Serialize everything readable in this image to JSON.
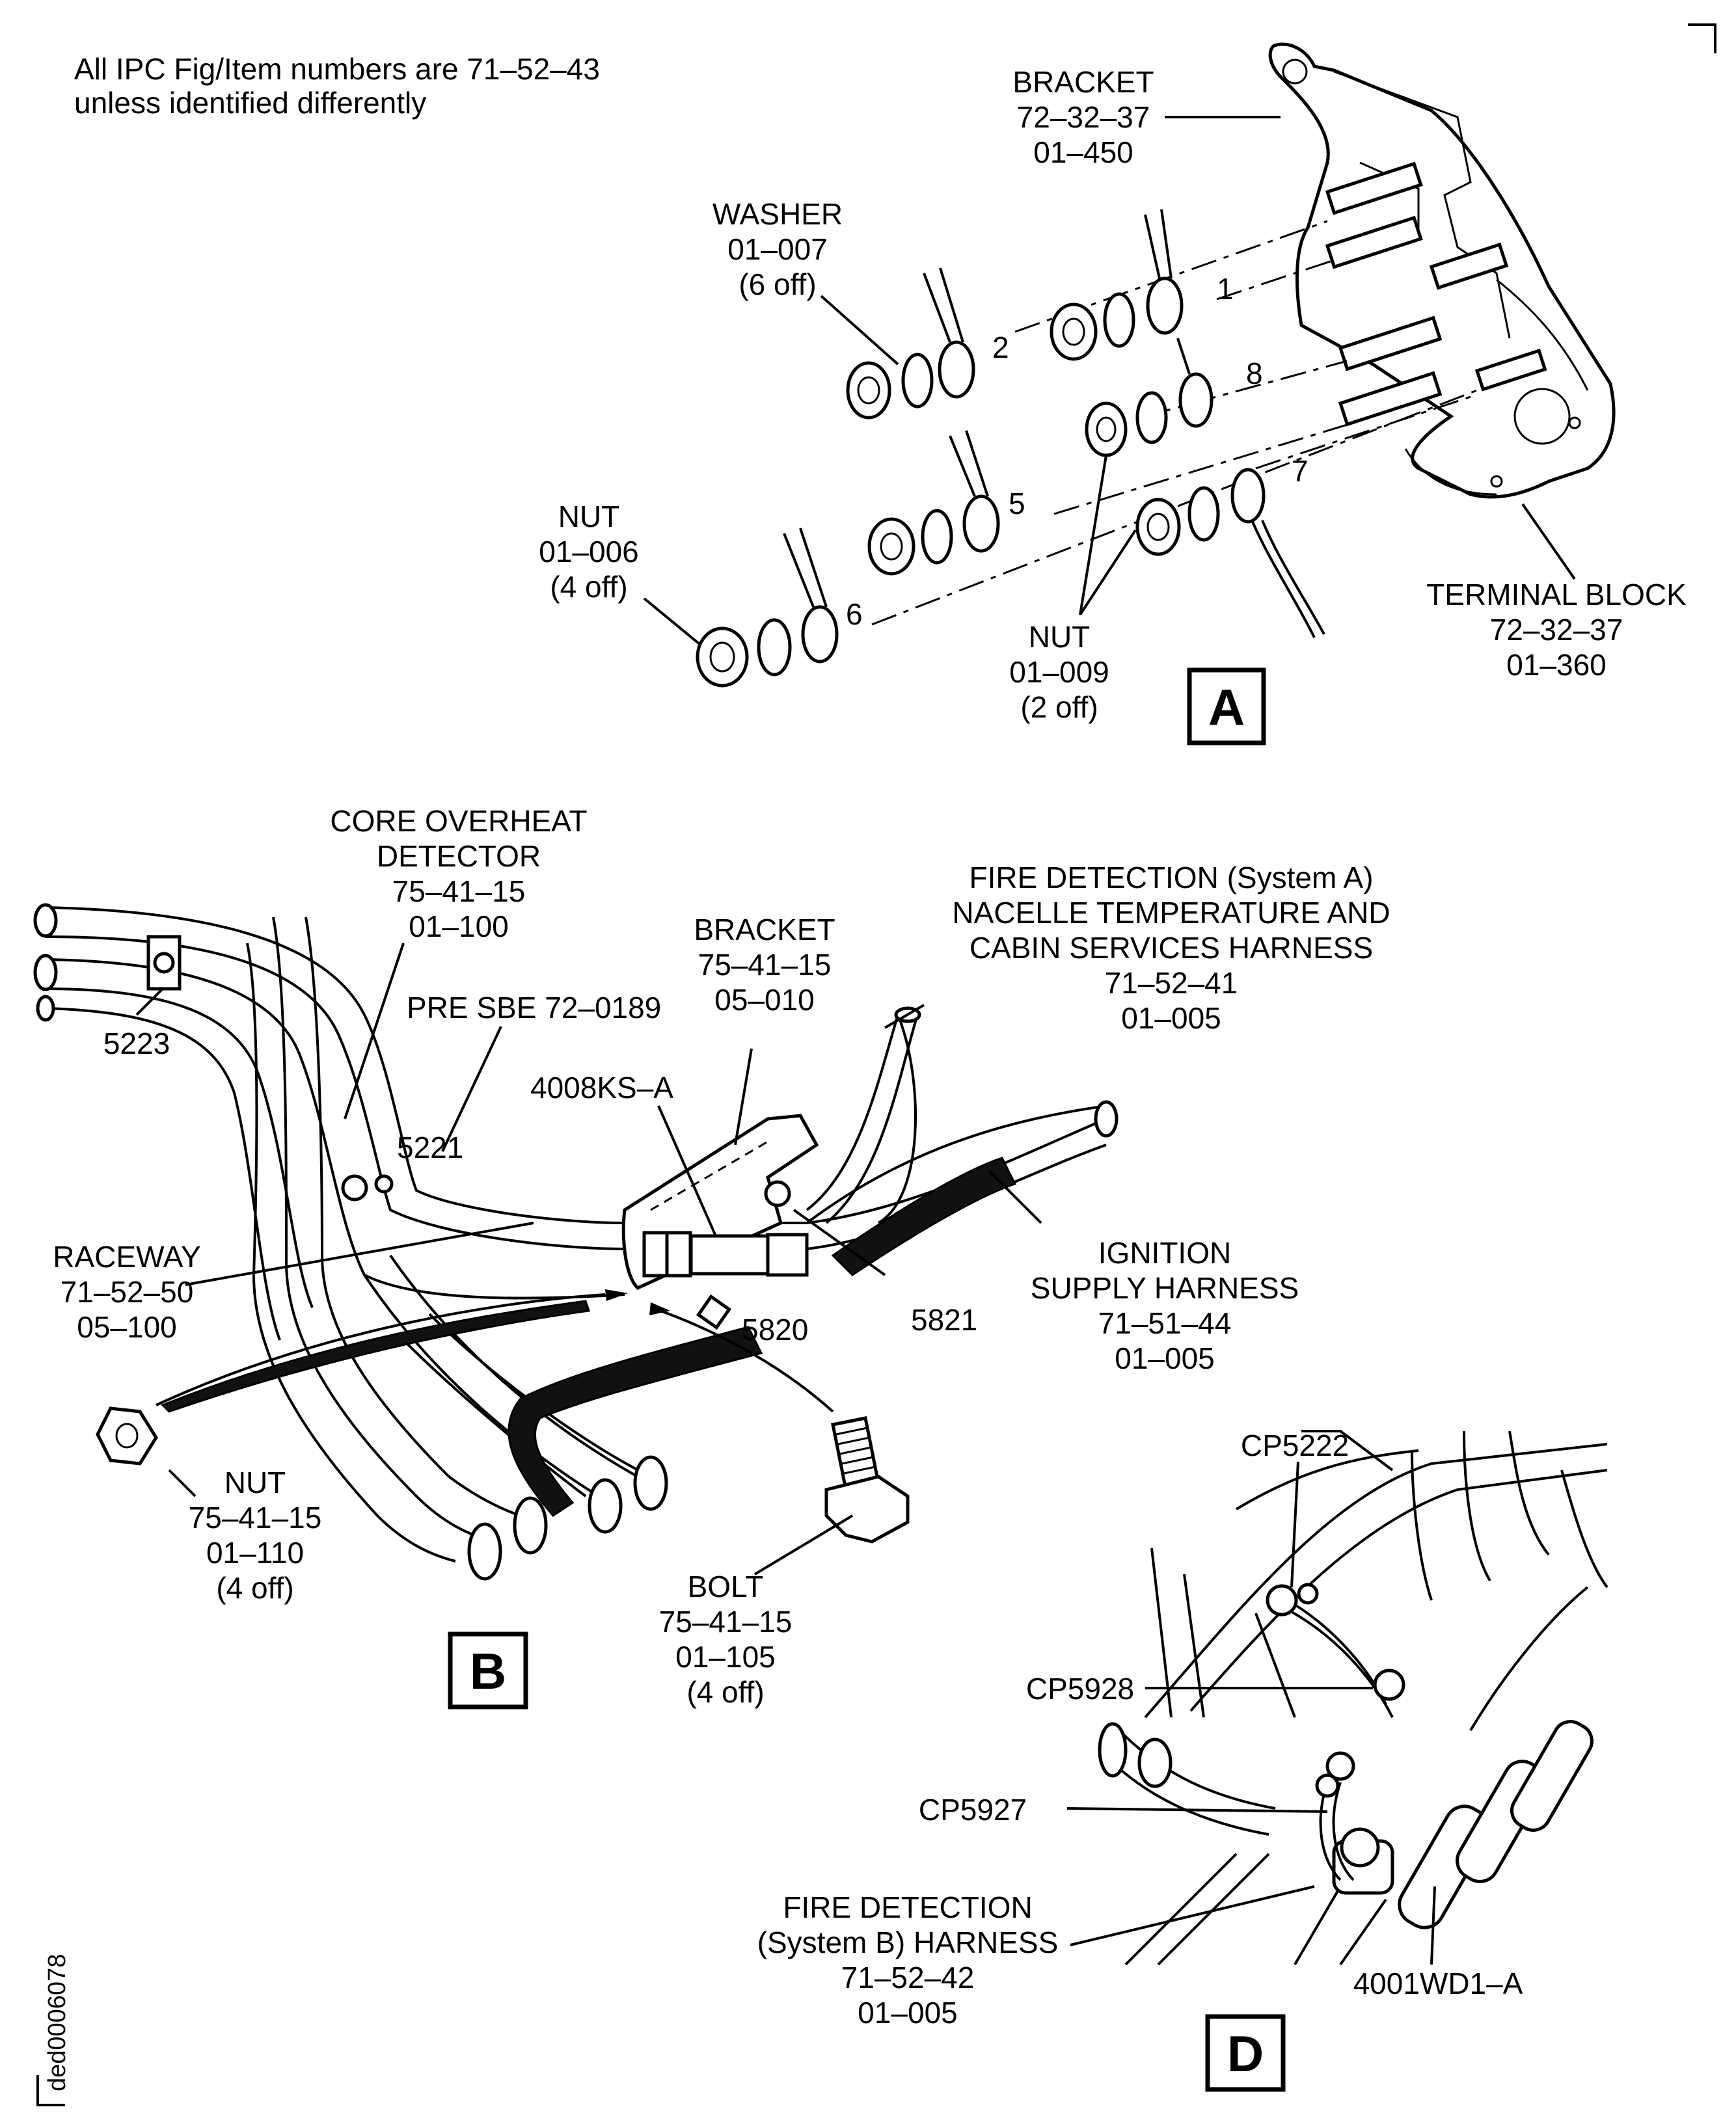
{
  "note": {
    "line1": "All IPC Fig/Item numbers are 71–52–43",
    "line2": "unless identified differently"
  },
  "view_a": {
    "tag": "A",
    "bracket": [
      "BRACKET",
      "72–32–37",
      "01–450"
    ],
    "washer": [
      "WASHER",
      "01–007",
      "(6 off)"
    ],
    "nut_left": [
      "NUT",
      "01–006",
      "(4 off)"
    ],
    "nut_mid": [
      "NUT",
      "01–009",
      "(2 off)"
    ],
    "terminal_block": [
      "TERMINAL BLOCK",
      "72–32–37",
      "01–360"
    ],
    "terminals": [
      "1",
      "2",
      "8",
      "5",
      "7",
      "6"
    ]
  },
  "view_b": {
    "tag": "B",
    "core_detector": [
      "CORE OVERHEAT",
      "DETECTOR",
      "75–41–15",
      "01–100"
    ],
    "pre_sbe": "PRE SBE 72–0189",
    "bracket": [
      "BRACKET",
      "75–41–15",
      "05–010"
    ],
    "fire_det_a": [
      "FIRE DETECTION (System A)",
      "NACELLE TEMPERATURE AND",
      "CABIN SERVICES HARNESS",
      "71–52–41",
      "01–005"
    ],
    "connector": "4008KS–A",
    "clamps": [
      "5223",
      "5221",
      "5820",
      "5821"
    ],
    "raceway": [
      "RACEWAY",
      "71–52–50",
      "05–100"
    ],
    "ignition": [
      "IGNITION",
      "SUPPLY HARNESS",
      "71–51–44",
      "01–005"
    ],
    "nut": [
      "NUT",
      "75–41–15",
      "01–110",
      "(4 off)"
    ],
    "bolt": [
      "BOLT",
      "75–41–15",
      "01–105",
      "(4 off)"
    ]
  },
  "view_d": {
    "tag": "D",
    "cp5222": "CP5222",
    "cp5928": "CP5928",
    "cp5927": "CP5927",
    "fire_det_b": [
      "FIRE DETECTION",
      "(System B) HARNESS",
      "71–52–42",
      "01–005"
    ],
    "connector": "4001WD1–A"
  },
  "drawing_id": "ded0006078"
}
